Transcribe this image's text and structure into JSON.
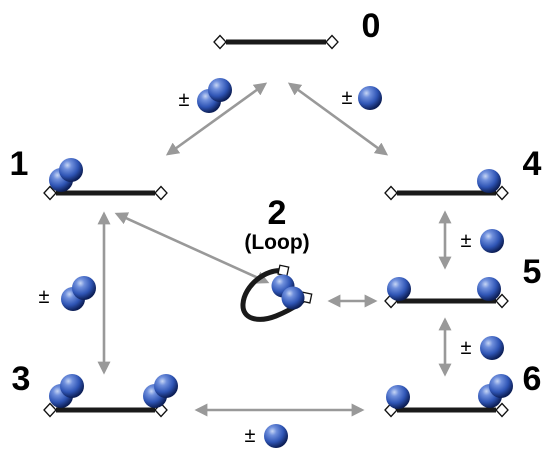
{
  "states": [
    {
      "id": "0",
      "label": "0"
    },
    {
      "id": "1",
      "label": "1"
    },
    {
      "id": "2",
      "label": "2",
      "sublabel": "(Loop)"
    },
    {
      "id": "3",
      "label": "3"
    },
    {
      "id": "4",
      "label": "4"
    },
    {
      "id": "5",
      "label": "5"
    },
    {
      "id": "6",
      "label": "6"
    }
  ],
  "transition_symbol": "±",
  "colors": {
    "rod": "#1a1a1a",
    "arrow": "#999999",
    "sphere_light": "#9fb6ea",
    "sphere_mid": "#2f55b5",
    "sphere_dark": "#0d1f57"
  }
}
